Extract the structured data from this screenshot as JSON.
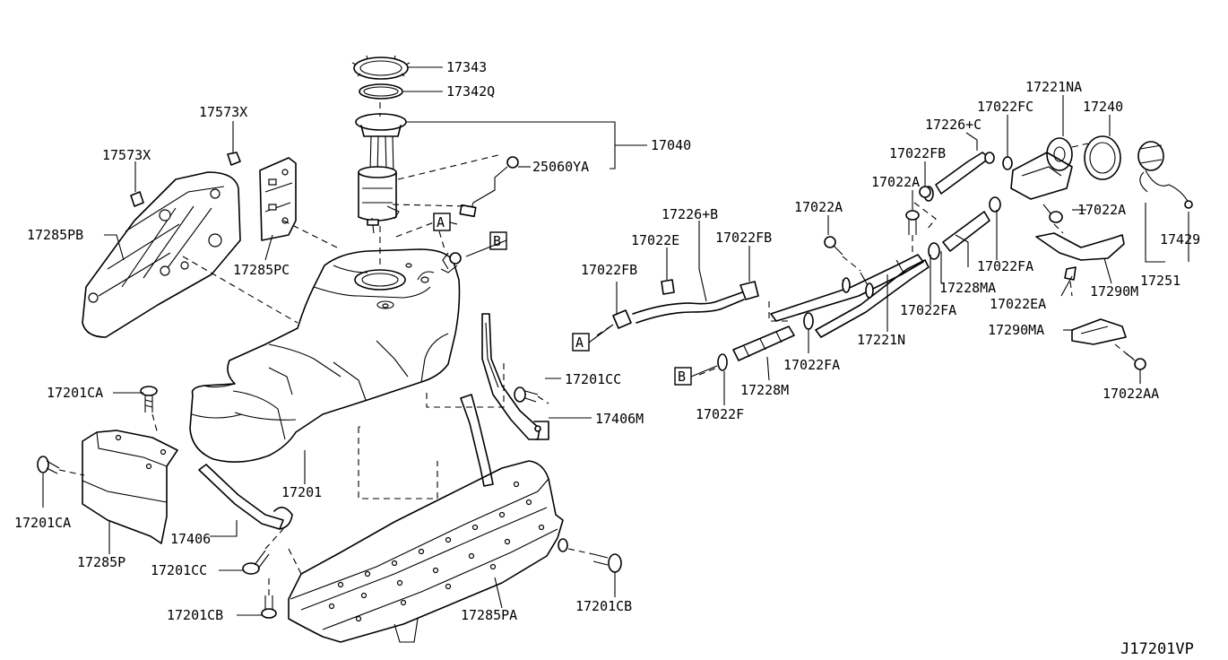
{
  "diagram_id": "J17201VP",
  "labels": {
    "p17343": "17343",
    "p17342q": "17342Q",
    "p17040": "17040",
    "p25060ya": "25060YA",
    "p17573x_a": "17573X",
    "p17573x_b": "17573X",
    "p17285pb": "17285PB",
    "p17285pc": "17285PC",
    "p17201ca_a": "17201CA",
    "p17201ca_b": "17201CA",
    "p17285p": "17285P",
    "p17406": "17406",
    "p17201cc_a": "17201CC",
    "p17201cc_b": "17201CC",
    "p17201cb_a": "17201CB",
    "p17201cb_b": "17201CB",
    "p17201": "17201",
    "p17285pa": "17285PA",
    "p17406m": "17406M",
    "p17226b": "17226+B",
    "p17022e": "17022E",
    "p17022fb_a": "17022FB",
    "p17022fb_b": "17022FB",
    "p17022fb_c": "17022FB",
    "p17022a_a": "17022A",
    "p17022a_b": "17022A",
    "p17022a_c": "17022A",
    "p17226c": "17226+C",
    "p17022fc": "17022FC",
    "p17221na": "17221NA",
    "p17240": "17240",
    "p17429": "17429",
    "p17251": "17251",
    "p17022fa_a": "17022FA",
    "p17022fa_b": "17022FA",
    "p17022fa_c": "17022FA",
    "p17228ma": "17228MA",
    "p17022ea": "17022EA",
    "p17290m": "17290M",
    "p17221n": "17221N",
    "p17290ma": "17290MA",
    "p17022aa": "17022AA",
    "p17228m": "17228M",
    "p17022f": "17022F"
  },
  "connectors": {
    "a1": "A",
    "a2": "A",
    "b1": "B",
    "b2": "B"
  }
}
